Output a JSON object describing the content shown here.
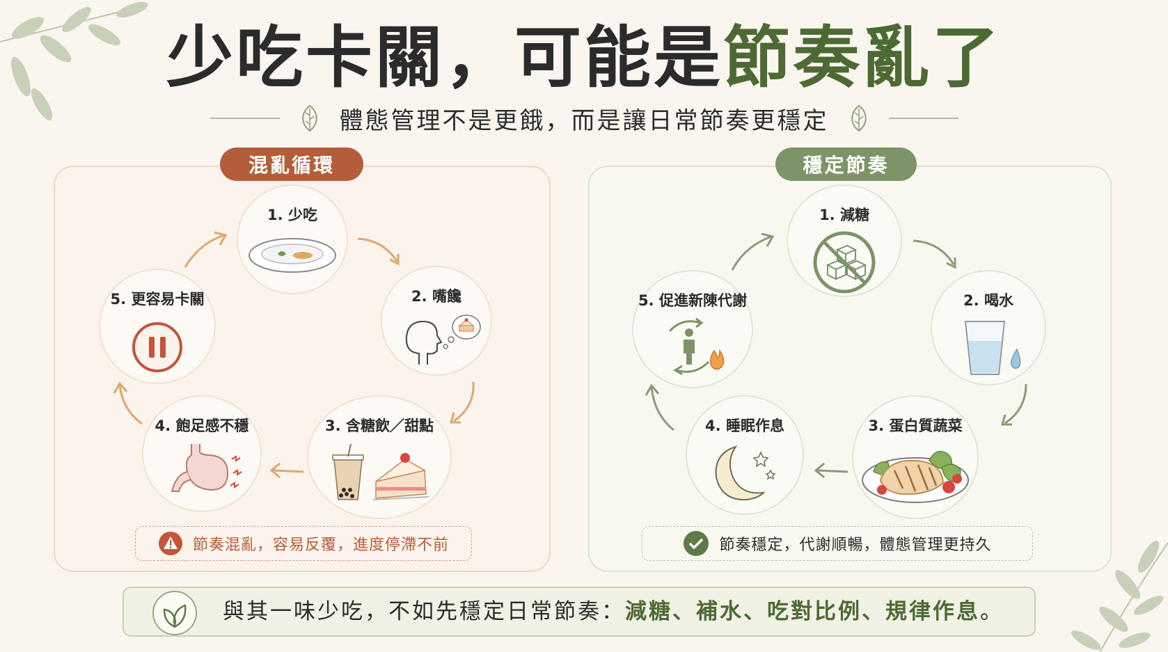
{
  "title": {
    "part1": "少吃卡關，可能是",
    "part2": "節奏亂了"
  },
  "subtitle": "體態管理不是更餓，而是讓日常節奏更穩定",
  "left_panel": {
    "pill": "混亂循環",
    "nodes": [
      {
        "label": "1. 少吃",
        "icon": "empty-plate-icon"
      },
      {
        "label": "2. 嘴饞",
        "icon": "craving-head-icon"
      },
      {
        "label": "3. 含糖飲／甜點",
        "icon": "bubble-tea-cake-icon"
      },
      {
        "label": "4. 飽足感不穩",
        "icon": "stomach-icon"
      },
      {
        "label": "5. 更容易卡關",
        "icon": "pause-icon"
      }
    ],
    "banner": "節奏混亂，容易反覆，進度停滯不前",
    "banner_icon": "warning-icon",
    "accent": "#b45d3a"
  },
  "right_panel": {
    "pill": "穩定節奏",
    "nodes": [
      {
        "label": "1. 減糖",
        "icon": "no-sugar-icon"
      },
      {
        "label": "2. 喝水",
        "icon": "water-glass-icon"
      },
      {
        "label": "3. 蛋白質蔬菜",
        "icon": "chicken-salad-icon"
      },
      {
        "label": "4. 睡眠作息",
        "icon": "moon-stars-icon"
      },
      {
        "label": "5. 促進新陳代謝",
        "icon": "metabolism-person-icon"
      }
    ],
    "banner": "節奏穩定，代謝順暢，體態管理更持久",
    "banner_icon": "check-circle-icon",
    "accent": "#7c9468"
  },
  "footer": {
    "lead": "與其一味少吃，不如先穩定日常節奏：",
    "keywords": "減糖、補水、吃對比例、規律作息",
    "end": "。",
    "icon": "leaves-icon"
  }
}
